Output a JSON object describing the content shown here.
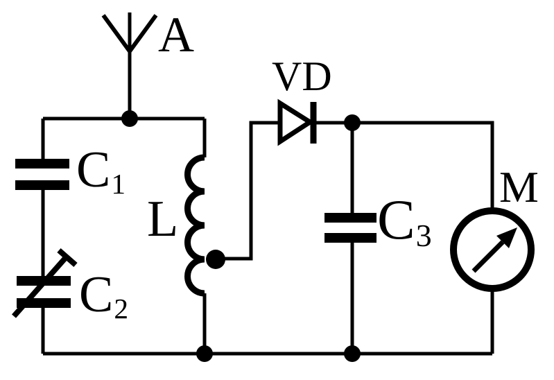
{
  "diagram": {
    "kind": "circuit-schematic",
    "background_color": "#ffffff",
    "line_color": "#000000",
    "labels": {
      "antenna": "A",
      "diode": "VD",
      "inductor": "L",
      "meter": "M",
      "capacitor1": {
        "base": "C",
        "sub": "1"
      },
      "capacitor2": {
        "base": "C",
        "sub": "2"
      },
      "capacitor3": {
        "base": "C",
        "sub": "3"
      }
    },
    "components": [
      {
        "label": "A",
        "symbol": "antenna-icon"
      },
      {
        "label": "C1",
        "symbol": "capacitor-icon"
      },
      {
        "label": "C2",
        "symbol": "variable-capacitor-icon"
      },
      {
        "label": "L",
        "symbol": "tapped-inductor-icon"
      },
      {
        "label": "VD",
        "symbol": "diode-icon"
      },
      {
        "label": "C3",
        "symbol": "capacitor-icon"
      },
      {
        "label": "M",
        "symbol": "meter-icon"
      }
    ]
  }
}
